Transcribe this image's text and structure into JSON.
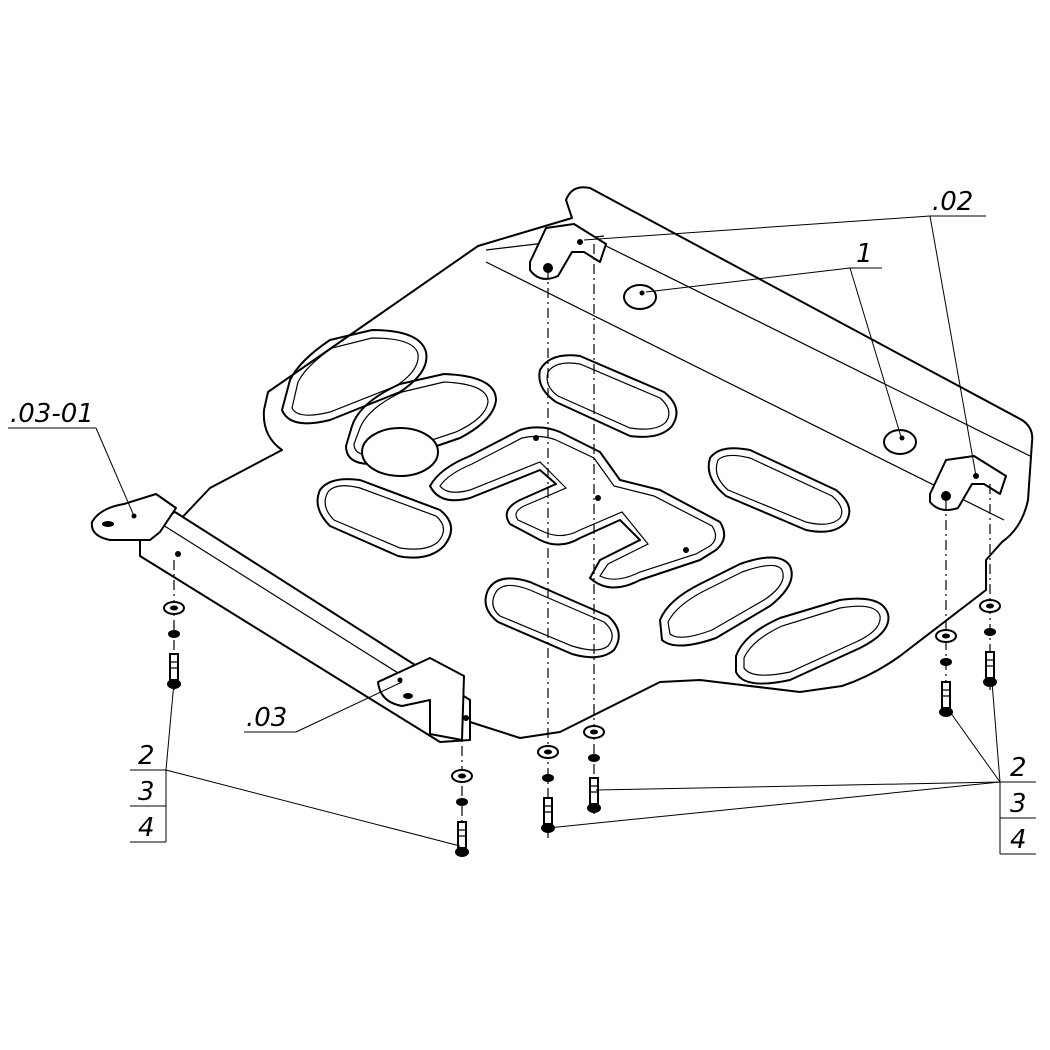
{
  "diagram": {
    "callouts": {
      "part_02": ".02",
      "part_1": "1",
      "part_03_01": ".03-01",
      "part_03": ".03",
      "left_stack": [
        "2",
        "3",
        "4"
      ],
      "right_stack": [
        "2",
        "3",
        "4"
      ]
    }
  }
}
